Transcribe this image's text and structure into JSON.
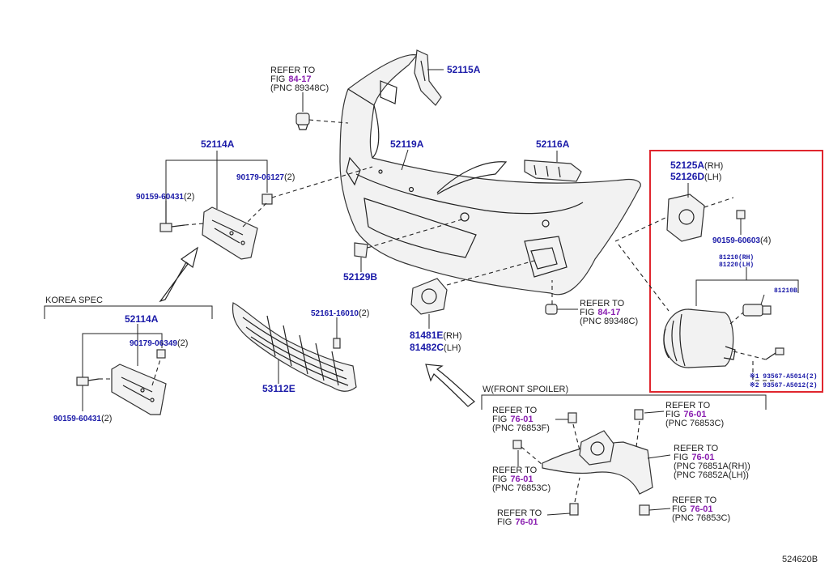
{
  "diagram_code": "524620B",
  "common": {
    "refer_to": "REFER TO",
    "fig": "FIG",
    "rh": "(RH)",
    "lh": "(LH)",
    "qty2": "(2)",
    "qty4": "(4)",
    "korea_spec": "KOREA SPEC",
    "front_spoiler": "W(FRONT SPOILER)"
  },
  "refs": {
    "r1": {
      "fig": "84-17",
      "pnc": "(PNC 89348C)"
    },
    "r2": {
      "fig": "84-17",
      "pnc": "(PNC 89348C)"
    },
    "r3": {
      "fig": "76-01",
      "pnc": "(PNC 76853F)"
    },
    "r4": {
      "fig": "76-01",
      "pnc": "(PNC 76853C)"
    },
    "r5": {
      "fig": "76-01",
      "pnc": "(PNC 76853C)"
    },
    "r6": {
      "fig": "76-01",
      "pnc1": "(PNC 76851A(RH))",
      "pnc2": "(PNC 76852A(LH))"
    },
    "r7": {
      "fig": "76-01"
    },
    "r8": {
      "fig": "76-01",
      "pnc": "(PNC 76853C)"
    }
  },
  "parts": {
    "p52115A": "52115A",
    "p52119A": "52119A",
    "p52116A": "52116A",
    "p52114A": "52114A",
    "p52114A_k": "52114A",
    "p90179_06127": "90179-06127",
    "p90159_60431": "90159-60431",
    "p90159_60431_k": "90159-60431",
    "p90179_06349": "90179-06349",
    "p52129B": "52129B",
    "p52161_16010": "52161-16010",
    "p53112E": "53112E",
    "p81481E": "81481E",
    "p81482C": "81482C",
    "p52125A": "52125A",
    "p52126D": "52126D",
    "p90159_60603": "90159-60603",
    "p81210": "81210(RH)",
    "p81220": "81220(LH)",
    "p81210B": "81210B",
    "p93567_a": "※1 93567-A5014(2)",
    "p93567_b": "※2 93567-A5012(2)"
  },
  "highlight_color": "#e0262e",
  "part_number_color": "#1a1aa8",
  "fig_ref_color": "#8a1fb0"
}
